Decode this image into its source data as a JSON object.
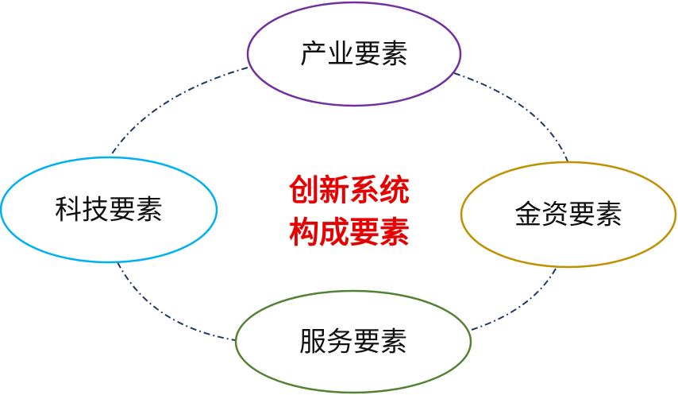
{
  "diagram": {
    "center": {
      "line1": "创新系统",
      "line2": "构成要素",
      "color": "#e60000"
    },
    "nodes": {
      "industry": {
        "label": "产业要素",
        "border_color": "#7030a0"
      },
      "science": {
        "label": "科技要素",
        "border_color": "#00b0f0"
      },
      "finance": {
        "label": "金资要素",
        "border_color": "#bf9000"
      },
      "service": {
        "label": "服务要素",
        "border_color": "#548235"
      }
    },
    "connector_color": "#1f3864"
  }
}
